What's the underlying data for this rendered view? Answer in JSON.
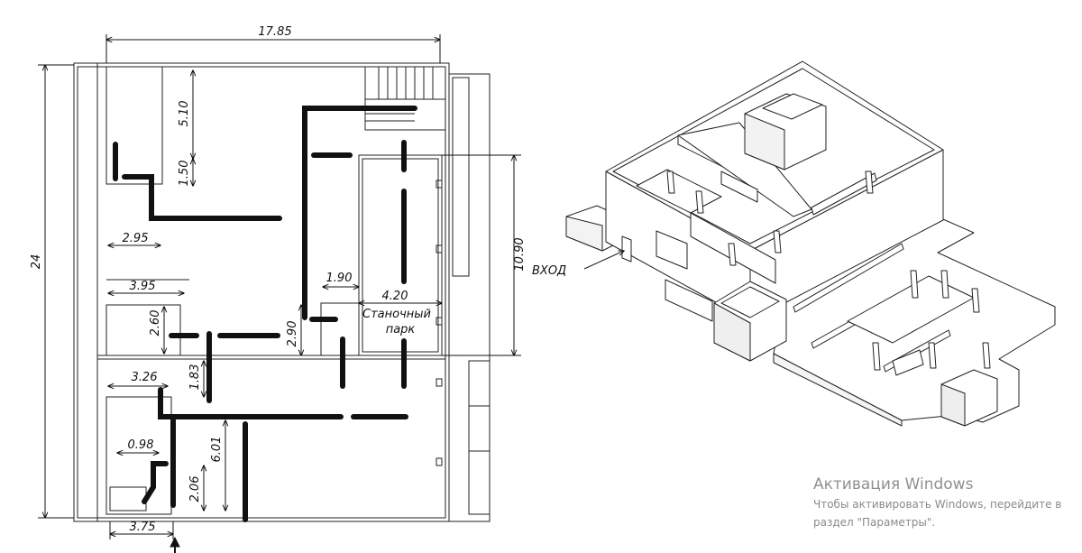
{
  "floor_plan": {
    "dimensions": [
      "17.85",
      "24",
      "5.10",
      "1.50",
      "2.95",
      "3.95",
      "2.60",
      "3.26",
      "1.83",
      "0.98",
      "2.06",
      "6.01",
      "3.75",
      "1.90",
      "4.20",
      "2.90",
      "10.90"
    ],
    "room_label_line1": "Станочный",
    "room_label_line2": "парк"
  },
  "model_3d": {
    "entrance_label": "ВХОД"
  },
  "watermark": {
    "title": "Активация Windows",
    "line1": "Чтобы активировать Windows, перейдите в",
    "line2": "раздел \"Параметры\"."
  }
}
